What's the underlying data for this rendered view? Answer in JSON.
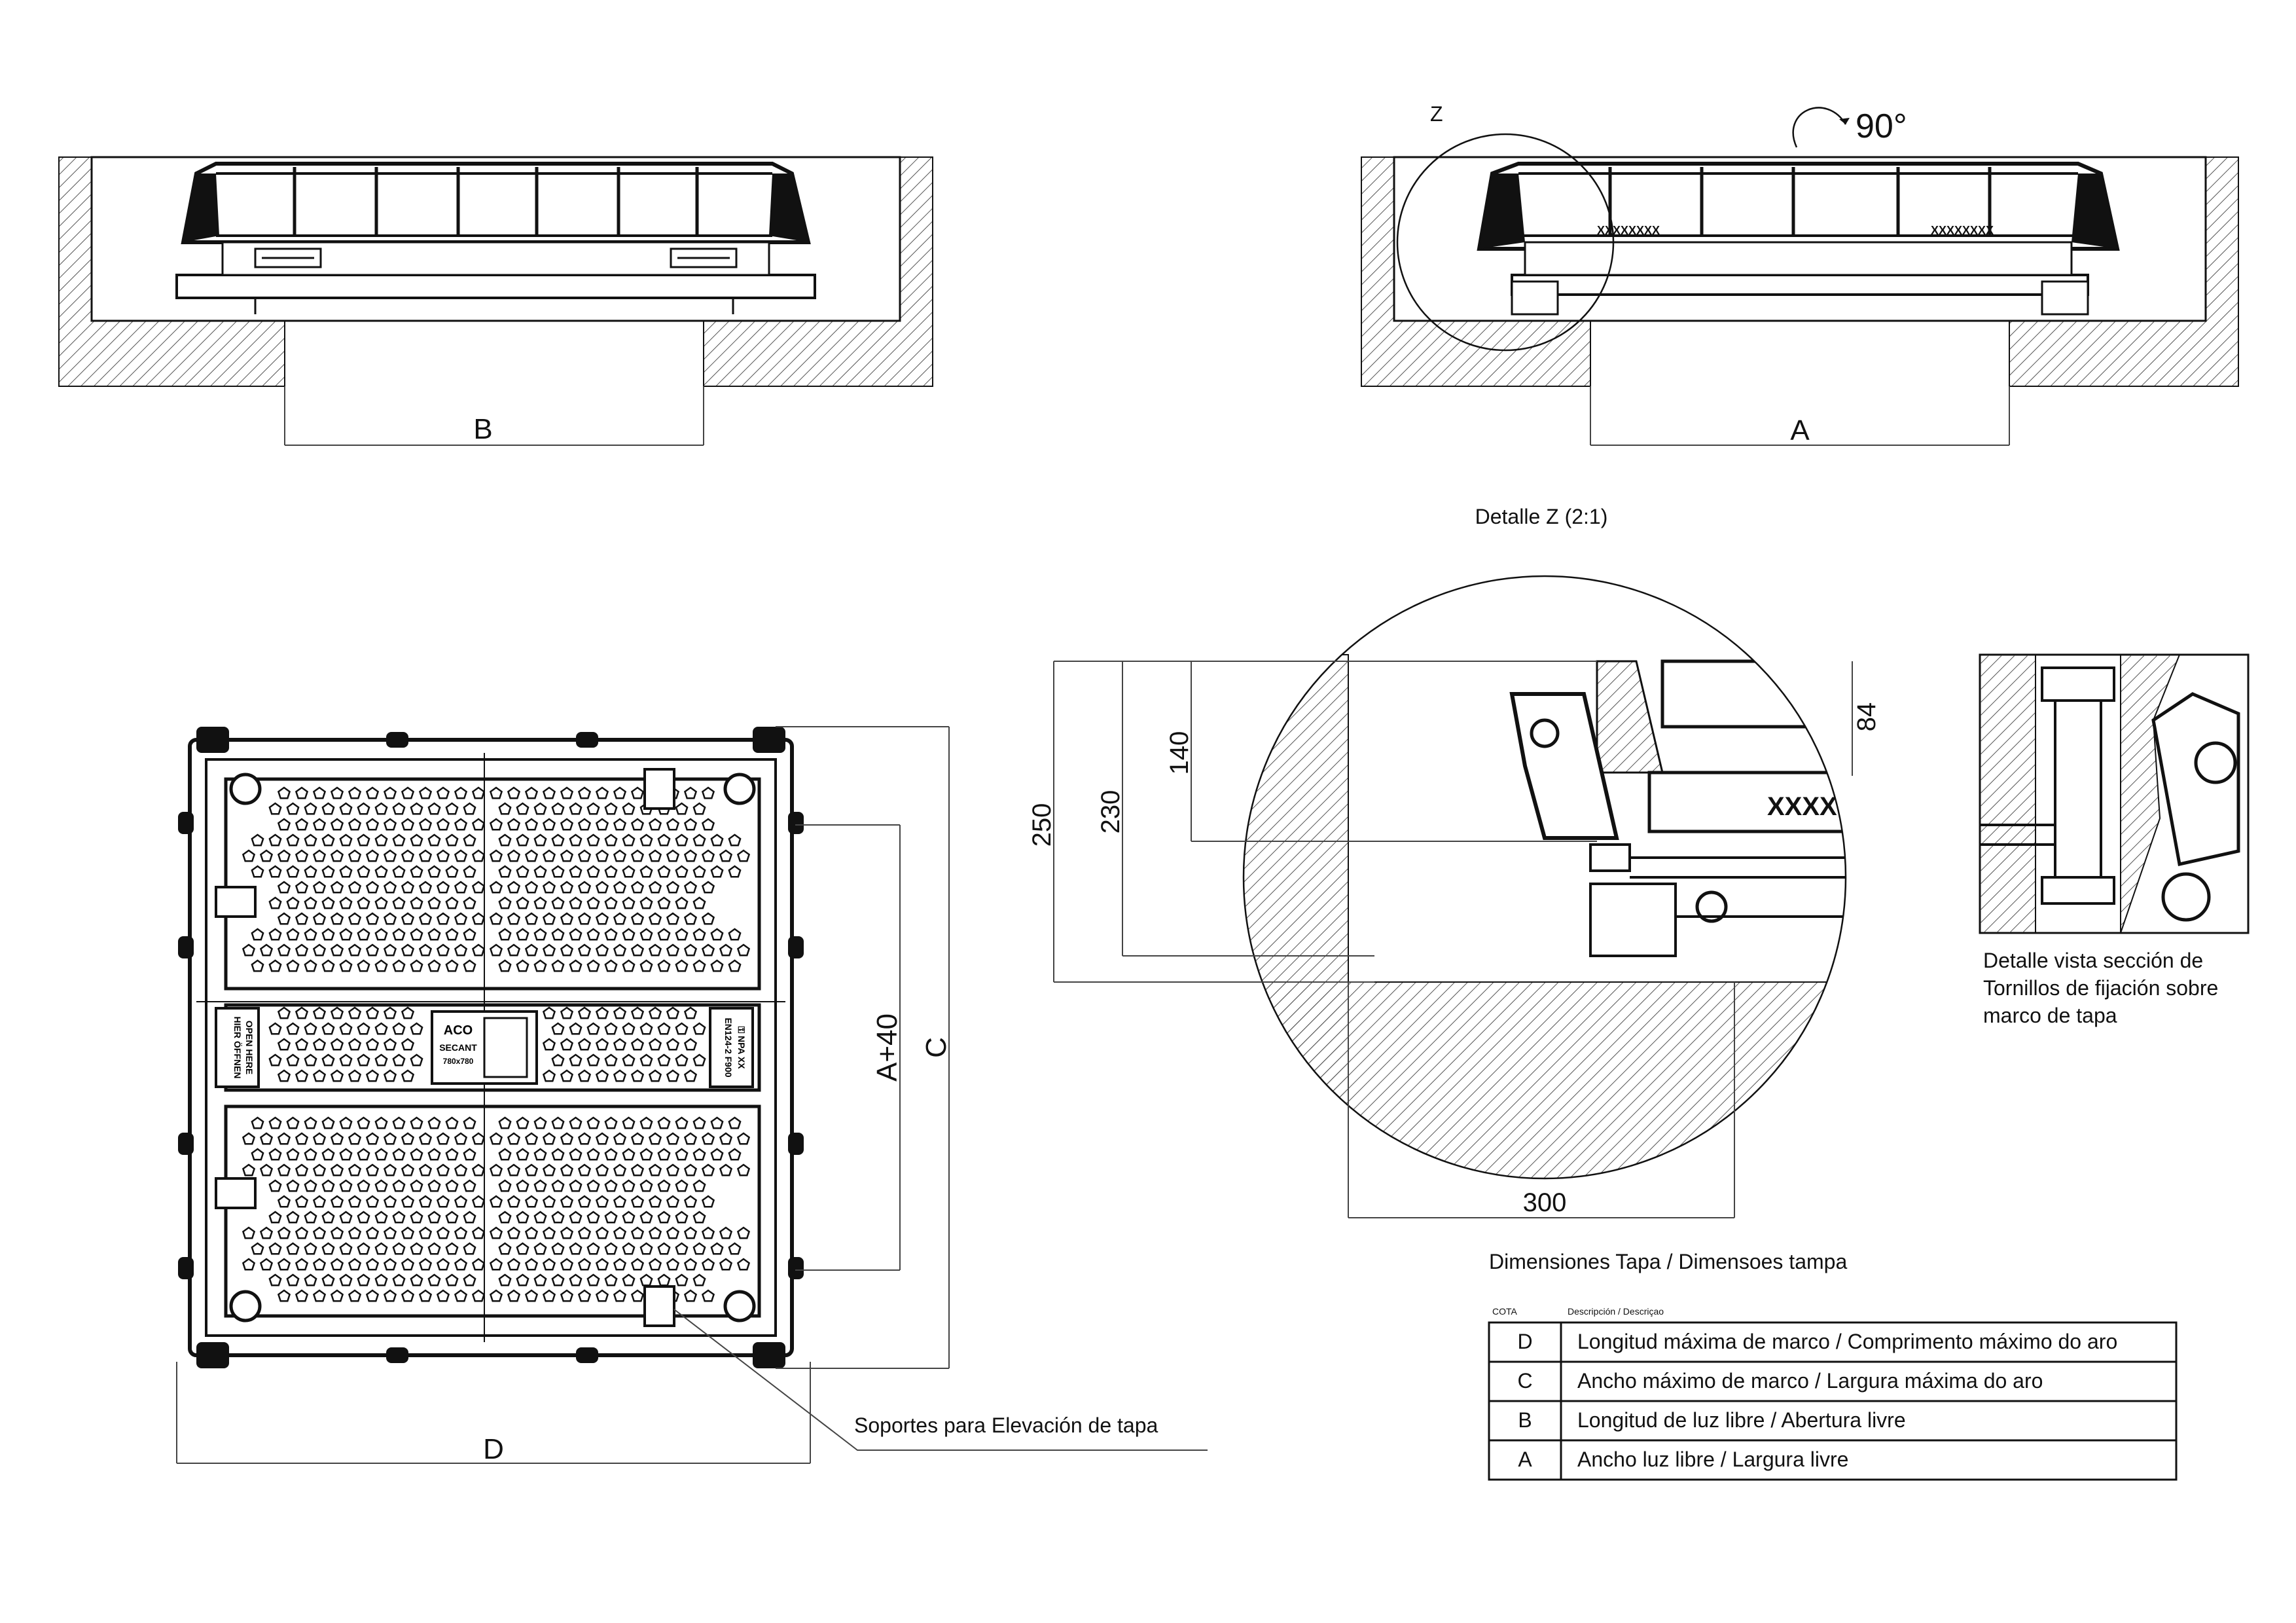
{
  "section_views": {
    "left_label": "B",
    "right_label": "A",
    "detail_marker": "Z",
    "rotation": "90°"
  },
  "detail_z": {
    "title": "Detalle Z (2:1)",
    "dims": [
      "250",
      "230",
      "140",
      "84",
      "300"
    ],
    "marking": "XXXX"
  },
  "bolt_detail": {
    "caption_lines": [
      "Detalle vista sección de",
      "Tornillos de fijación sobre",
      "marco de tapa"
    ]
  },
  "plan_view": {
    "width_label": "D",
    "height_label": "C",
    "inner_label": "A+40",
    "support_label": "Soportes para Elevación de tapa",
    "left_strip": [
      "HIER ÖFFNEN",
      "OPEN HERE"
    ],
    "right_strip": [
      "EN124-2 F900",
      "⚿ NPA XX"
    ],
    "logo_lines": [
      "ACO",
      "SECANT",
      "780x780"
    ]
  },
  "dimensions_table": {
    "title": "Dimensiones Tapa / Dimensoes tampa",
    "col_cota": "COTA",
    "col_desc": "Descripción / Descriçao",
    "rows": [
      {
        "cota": "D",
        "desc": "Longitud máxima de marco / Comprimento máximo do aro"
      },
      {
        "cota": "C",
        "desc": "Ancho máximo de marco / Largura máxima do aro"
      },
      {
        "cota": "B",
        "desc": "Longitud de luz libre / Abertura livre"
      },
      {
        "cota": "A",
        "desc": "Ancho luz libre / Largura livre"
      }
    ]
  }
}
